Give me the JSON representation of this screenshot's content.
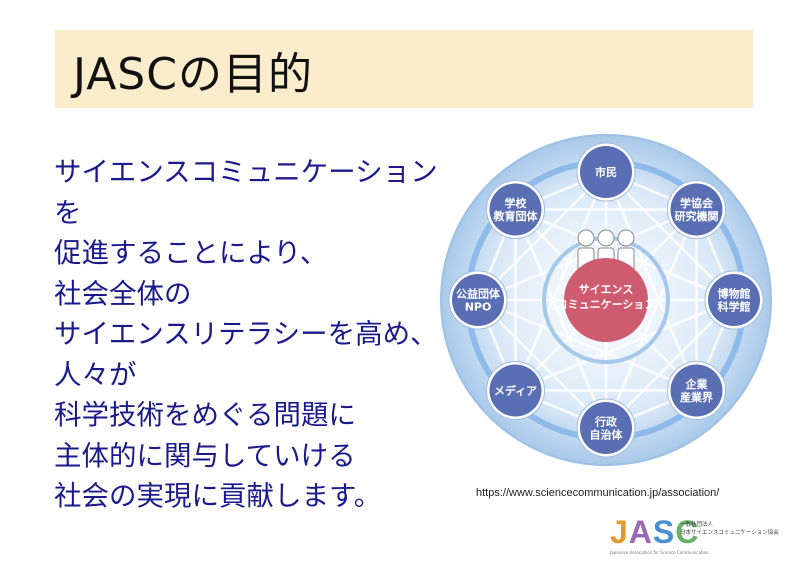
{
  "title": "JASCの目的",
  "body_lines": [
    "サイエンスコミュニケーション",
    "を",
    "促進することにより、",
    "社会全体の",
    "サイエンスリテラシーを高め、",
    "人々が",
    "科学技術をめぐる問題に",
    "主体的に関与していける",
    "社会の実現に貢献します。"
  ],
  "diagram": {
    "center": [
      "サイエンス",
      "コミュニケーション"
    ],
    "nodes": [
      {
        "lines": [
          "市民"
        ]
      },
      {
        "lines": [
          "学協会",
          "研究機関"
        ]
      },
      {
        "lines": [
          "博物館",
          "科学館"
        ]
      },
      {
        "lines": [
          "企業",
          "産業界"
        ]
      },
      {
        "lines": [
          "行政",
          "自治体"
        ]
      },
      {
        "lines": [
          "メディア"
        ]
      },
      {
        "lines": [
          "公益団体",
          "NPO"
        ]
      },
      {
        "lines": [
          "学校",
          "教育団体"
        ]
      }
    ],
    "colors": {
      "node": "#5a6fb3",
      "center": "#cf5c6e",
      "ring": "#7fb2e6",
      "outer": "#bcd8f2",
      "inner": "#ffffff"
    }
  },
  "url": "https://www.sciencecommunication.jp/association/",
  "logo": {
    "letters": [
      "J",
      "A",
      "S",
      "C"
    ],
    "org_line1": "一般社団法人",
    "org_line2": "日本サイエンスコミュニケーション協会",
    "english": "Japanese Association for Science Communication"
  }
}
